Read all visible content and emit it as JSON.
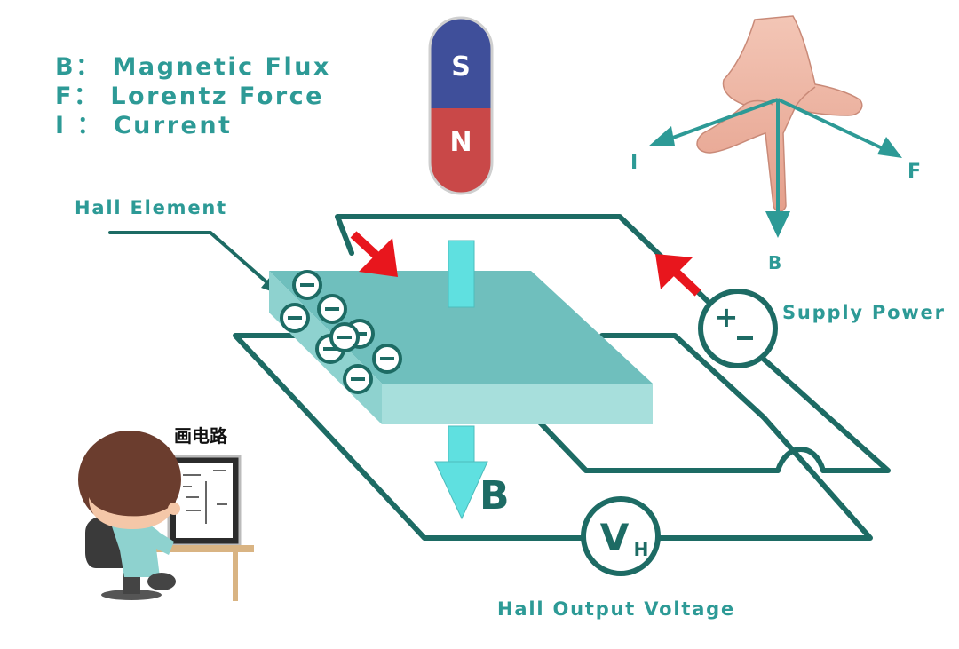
{
  "legend": {
    "b": "B： Magnetic Flux",
    "f": "F： Lorentz Force",
    "i": "I ： Current"
  },
  "magnet": {
    "top": "S",
    "bottom": "N"
  },
  "hand_vectors": {
    "current": "I",
    "force": "F",
    "flux": "B"
  },
  "labels": {
    "hall_element": "Hall Element",
    "supply_power": "Supply Power",
    "hall_output_voltage": "Hall Output Voltage",
    "flux_b": "B",
    "voltmeter_main": "V",
    "voltmeter_sub": "H",
    "supply_symbol": "+_",
    "watermark": "画电路"
  },
  "electrons": {
    "count": 8,
    "sign": "−"
  },
  "colors": {
    "teal": "#2d9a96",
    "wire": "#1d6b64",
    "slab_top": "#6fbfbd",
    "slab_side": "#a7dfdc",
    "arrow_red": "#e8161d",
    "magnet_s": "#3f4f9a",
    "magnet_n": "#c94848",
    "flux_arrow": "#5fe0e0"
  }
}
